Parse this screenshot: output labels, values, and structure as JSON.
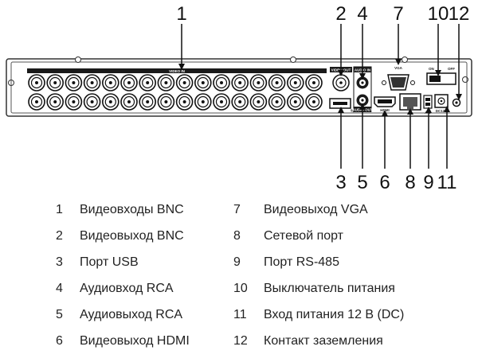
{
  "callouts_top": [
    "1",
    "2",
    "4",
    "7",
    "10",
    "12"
  ],
  "callouts_bottom": [
    "3",
    "5",
    "6",
    "8",
    "9",
    "11"
  ],
  "panel_labels": {
    "video_in": "VIDEO IN",
    "video_out": "VIDEO OUT",
    "audio_in": "AUDIO IN",
    "audio_out": "AUDIO OUT",
    "vga": "VGA",
    "on": "ON",
    "off": "OFF",
    "ae": "A B",
    "hdmi": "HDMI",
    "power": "DC12V"
  },
  "legend": [
    {
      "num": "1",
      "label": "Видеовходы BNC"
    },
    {
      "num": "2",
      "label": "Видеовыход BNC"
    },
    {
      "num": "3",
      "label": "Порт USB"
    },
    {
      "num": "4",
      "label": "Аудиовход RCA"
    },
    {
      "num": "5",
      "label": "Аудиовыход RCA"
    },
    {
      "num": "6",
      "label": "Видеовыход HDMI"
    },
    {
      "num": "7",
      "label": "Видеовыход VGA"
    },
    {
      "num": "8",
      "label": "Сетевой порт"
    },
    {
      "num": "9",
      "label": "Порт RS-485"
    },
    {
      "num": "10",
      "label": "Выключатель питания"
    },
    {
      "num": "11",
      "label": "Вход питания 12 В (DC)"
    },
    {
      "num": "12",
      "label": "Контакт заземления"
    }
  ],
  "colors": {
    "panel_border": "#333333",
    "bar": "#1a1a1a",
    "line": "#111111"
  }
}
